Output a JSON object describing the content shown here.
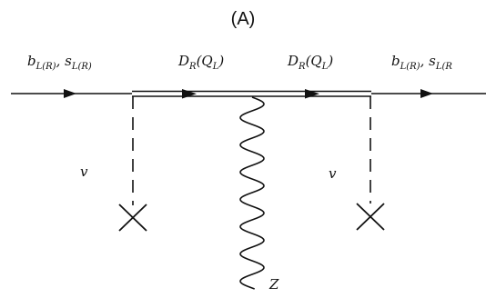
{
  "panel_label": "(A)",
  "labels": {
    "in_quark": {
      "b": "b",
      "b_sub": "L(R)",
      "sep": ", ",
      "s": "s",
      "s_sub": "L(R)"
    },
    "vlq1": {
      "D": "D",
      "D_sub": "R",
      "rest_open": "(Q",
      "Q_sub": "L",
      "rest_close": ")"
    },
    "vlq2": {
      "D": "D",
      "D_sub": "R",
      "rest_open": "(Q",
      "Q_sub": "L",
      "rest_close": ")"
    },
    "out_quark": {
      "b": "b",
      "b_sub": "L(R)",
      "sep": ", ",
      "s": "s",
      "s_sub": "L(R"
    },
    "vev_left": "v",
    "vev_right": "v",
    "boson": "Z"
  }
}
